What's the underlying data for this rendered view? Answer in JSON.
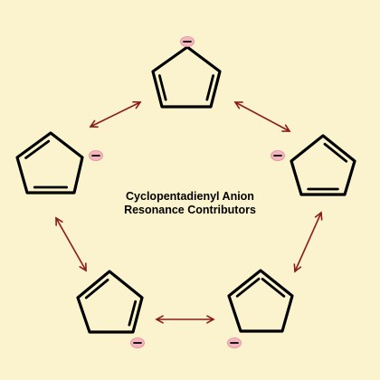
{
  "title_lines": [
    "Cyclopentadienyl Anion",
    "Resonance Contributors"
  ],
  "colors": {
    "background": "#FBF3CD",
    "bond": "#000000",
    "arrow": "#8B1A1A",
    "charge_highlight": "#F3B6BE"
  },
  "charge_symbol": "minus-charge-icon",
  "arrow_symbol": "resonance-double-arrow",
  "structures": [
    {
      "id": "top",
      "double_bonds": [
        "bottom-left-side",
        "right-side"
      ],
      "charge_at": "apex"
    },
    {
      "id": "right",
      "double_bonds": [
        "top-right-side",
        "bottom-side"
      ],
      "charge_at": "left-vertex"
    },
    {
      "id": "bottom-right",
      "double_bonds": [
        "left-side",
        "top-right-side"
      ],
      "charge_at": "lower-left-vertex"
    },
    {
      "id": "bottom-left",
      "double_bonds": [
        "top-left-side",
        "right-side"
      ],
      "charge_at": "lower-right-vertex"
    },
    {
      "id": "left",
      "double_bonds": [
        "top-left-side",
        "bottom-side"
      ],
      "charge_at": "right-vertex"
    }
  ],
  "resonance_links": [
    [
      "top",
      "right"
    ],
    [
      "right",
      "bottom-right"
    ],
    [
      "bottom-right",
      "bottom-left"
    ],
    [
      "bottom-left",
      "left"
    ],
    [
      "left",
      "top"
    ]
  ]
}
